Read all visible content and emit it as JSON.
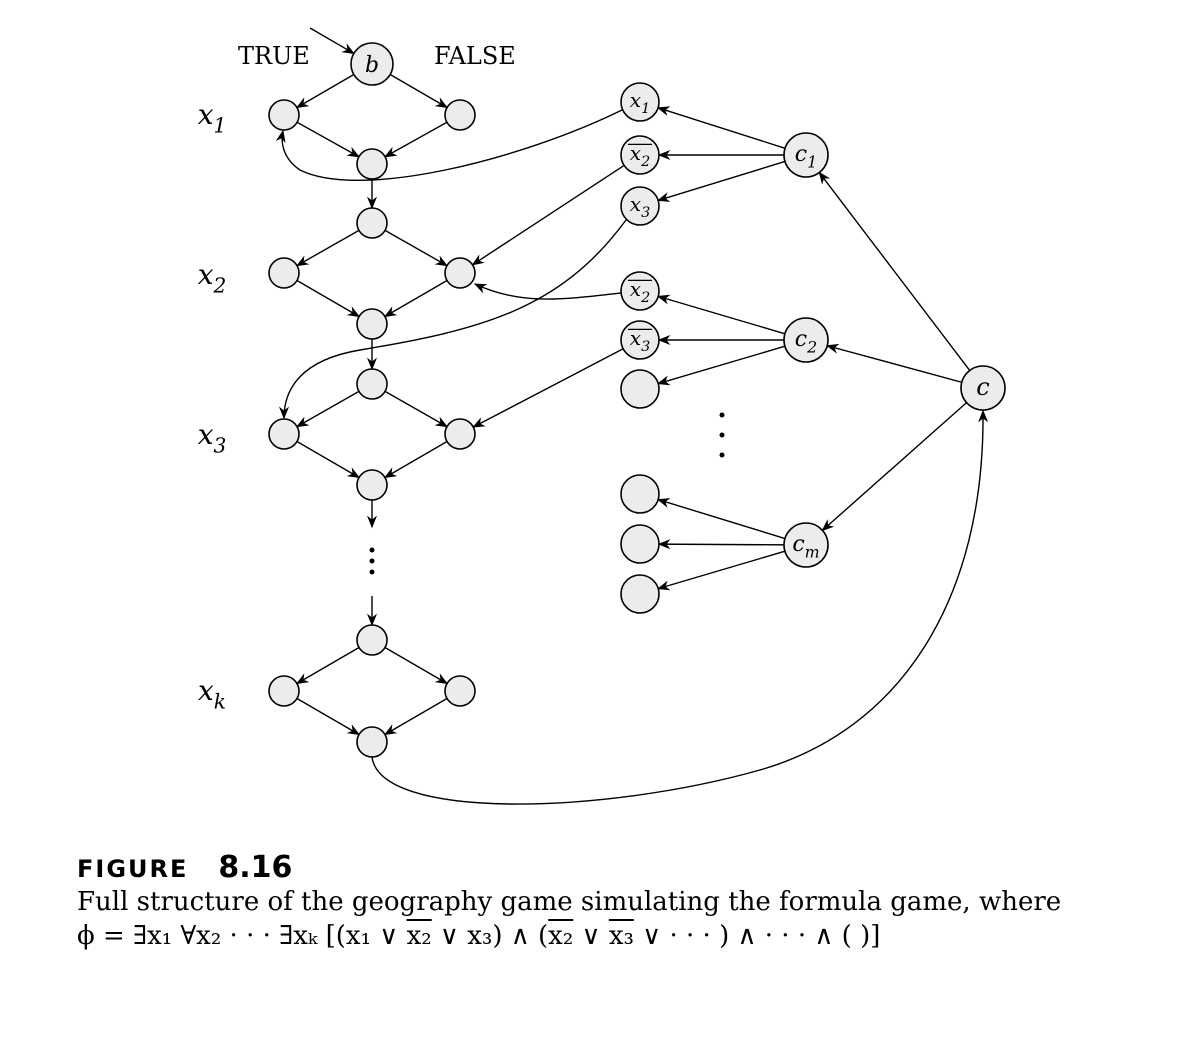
{
  "graph": {
    "label_true": "TRUE",
    "label_false": "FALSE",
    "start_node": "b",
    "variable_labels": [
      "x",
      "x",
      "x",
      "x"
    ],
    "variable_subscripts": [
      "1",
      "2",
      "3",
      "k"
    ],
    "literal_nodes": [
      {
        "var": "x",
        "sub": "1",
        "negated": false
      },
      {
        "var": "x",
        "sub": "2",
        "negated": true
      },
      {
        "var": "x",
        "sub": "3",
        "negated": false
      },
      {
        "var": "x",
        "sub": "2",
        "negated": true
      },
      {
        "var": "x",
        "sub": "3",
        "negated": true
      }
    ],
    "clause_nodes": [
      {
        "var": "c",
        "sub": "1"
      },
      {
        "var": "c",
        "sub": "2"
      },
      {
        "var": "c",
        "sub": "m"
      }
    ],
    "root_clause": "c",
    "ellipsis": "⋮"
  },
  "caption": {
    "figure_word": "FIGURE",
    "figure_number": "8.16",
    "text": "Full structure of the geography game simulating the formula game, where",
    "formula": {
      "prefix": "ϕ = ∃x₁ ∀x₂ · · · ∃xₖ [(x₁ ∨ ",
      "nx2": "x₂",
      "mid1": " ∨ x₃)  ∧  (",
      "nx2b": "x₂",
      "or": " ∨ ",
      "nx3": "x₃",
      "tail": " ∨ · · · ) ∧  · · ·  ∧ (        )]"
    }
  }
}
